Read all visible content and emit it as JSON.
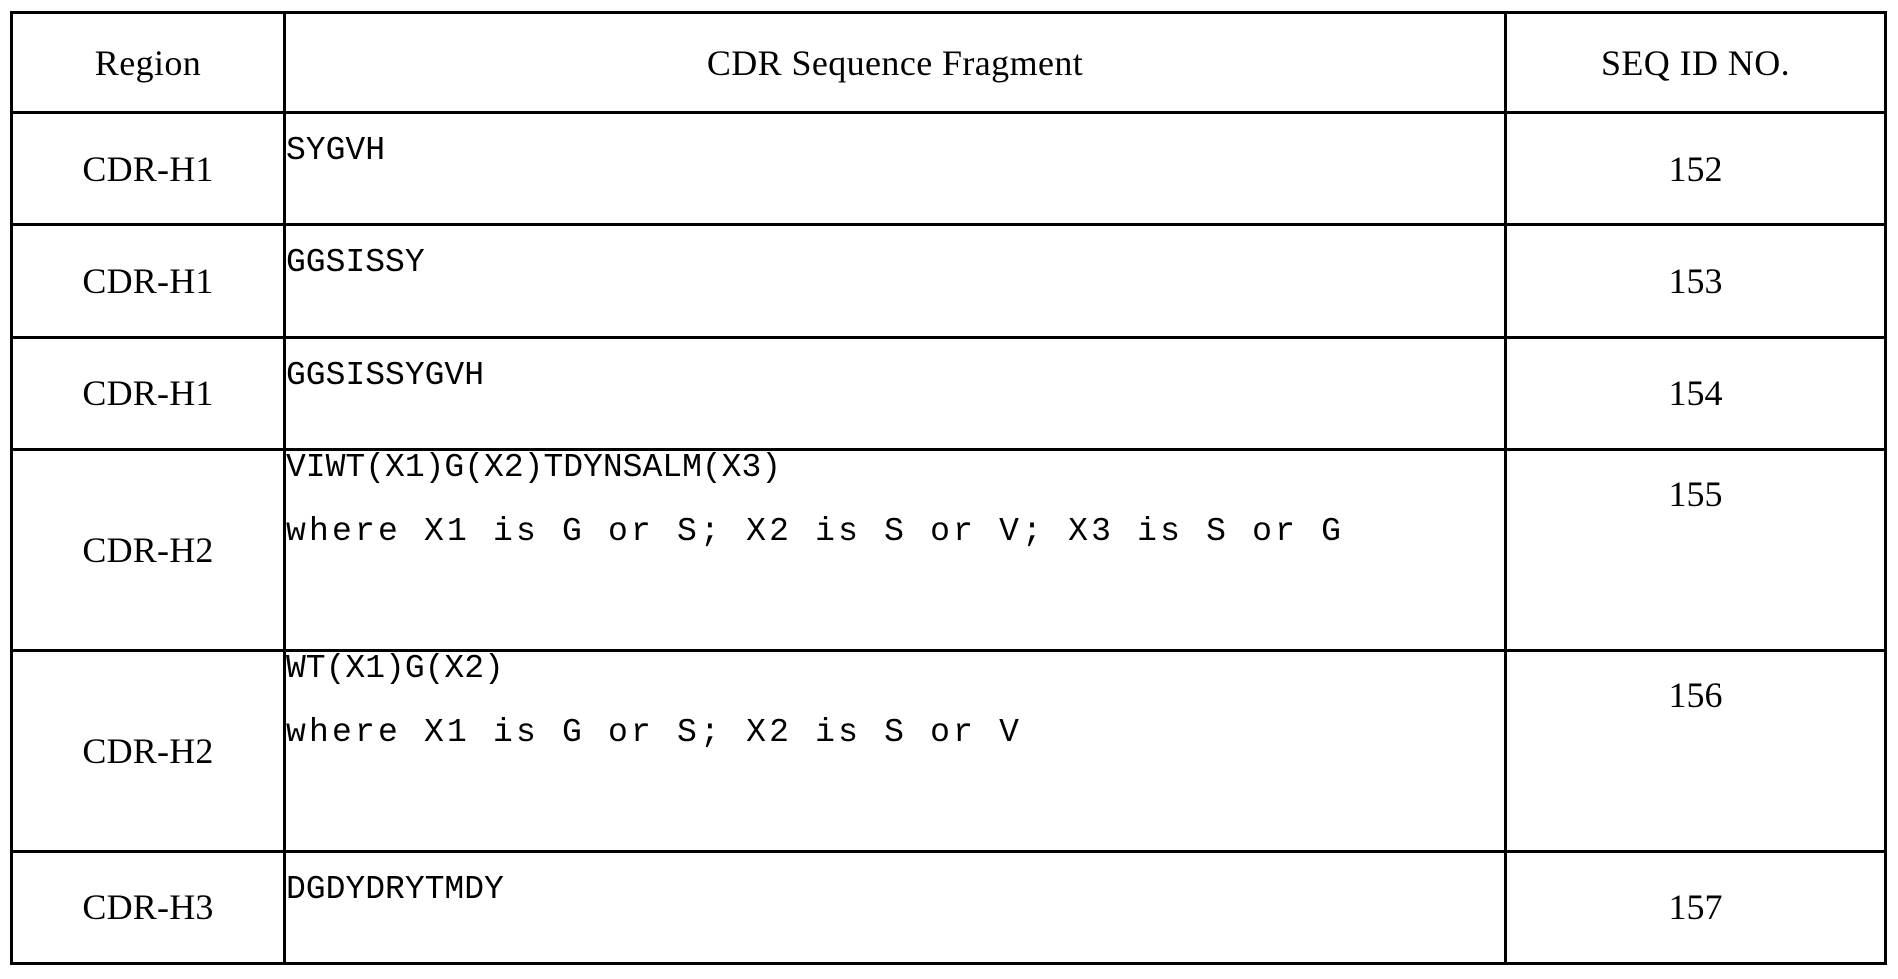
{
  "table": {
    "name": "cdr-sequence-fragment-table",
    "columns": [
      {
        "key": "region",
        "header": "Region"
      },
      {
        "key": "fragment",
        "header": "CDR Sequence Fragment"
      },
      {
        "key": "seq_id",
        "header": "SEQ ID NO."
      }
    ],
    "rows": [
      {
        "region": "CDR-H1",
        "fragment_lines": [
          "SYGVH"
        ],
        "seq_id": "152",
        "tall": false
      },
      {
        "region": "CDR-H1",
        "fragment_lines": [
          "GGSISSY"
        ],
        "seq_id": "153",
        "tall": false
      },
      {
        "region": "CDR-H1",
        "fragment_lines": [
          "GGSISSYGVH"
        ],
        "seq_id": "154",
        "tall": false
      },
      {
        "region": "CDR-H2",
        "fragment_lines": [
          "VIWT(X1)G(X2)TDYNSALM(X3)",
          "where X1 is G or S; X2 is S or V; X3 is S or G"
        ],
        "seq_id": "155",
        "tall": true
      },
      {
        "region": "CDR-H2",
        "fragment_lines": [
          "WT(X1)G(X2)",
          "where X1 is G or S; X2 is S or V"
        ],
        "seq_id": "156",
        "tall": true
      },
      {
        "region": "CDR-H3",
        "fragment_lines": [
          "DGDYDRYTMDY"
        ],
        "seq_id": "157",
        "tall": false
      }
    ]
  },
  "style": {
    "border_color": "#000000",
    "text_color": "#000000",
    "background_color": "#ffffff"
  }
}
